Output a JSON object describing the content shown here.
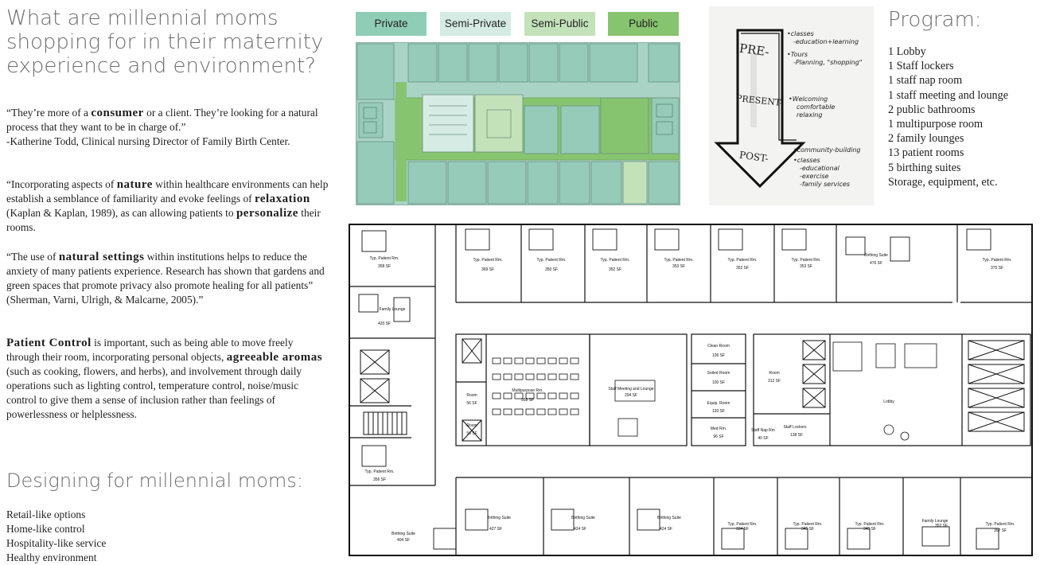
{
  "header": {
    "title": "What are millennial moms shopping for in their maternity experience and environment?"
  },
  "quotes": {
    "q1": {
      "before": "“They’re more of a ",
      "emph1": "consumer",
      "after": " or a client. They’re looking for a natural process that they want to be in charge of.”",
      "attribution": "-Katherine Todd, Clinical nursing Director of Family Birth Center."
    },
    "q2": {
      "p1": "“Incorporating aspects of ",
      "e1": "nature",
      "p2": " within healthcare environments can help establish a semblance of familiarity and evoke feelings of ",
      "e2": "relaxation",
      "p3": " (Kaplan & Kaplan, 1989), as can allowing patients to ",
      "e3": "personalize",
      "p4": " their rooms."
    },
    "q3": {
      "p1": "“The use of ",
      "e1": "natural settings",
      "p2": " within institutions helps to reduce the anxiety of many patients experience. Research has shown that gardens and green spaces that promote privacy also promote healing for all patients” (Sherman, Varni, Ulrigh, & Malcarne, 2005).”"
    },
    "q4": {
      "e1": "Patient Control",
      "p1": " is important, such as being able to move freely through their room, incorporating personal objects, ",
      "e2": "agreeable aromas",
      "p2": " (such as cooking, flowers, and herbs), and involvement through daily operations such as lighting control, temperature control, noise/music control to give them a sense of inclusion rather than feelings of powerlessness or helplessness."
    }
  },
  "design": {
    "title": "Designing for millennial moms:",
    "items": [
      "Retail-like options",
      "Home-like control",
      "Hospitality-like service",
      "Healthy environment"
    ]
  },
  "legend": [
    {
      "label": "Private",
      "color": "#8fcdb7"
    },
    {
      "label": "Semi-Private",
      "color": "#d5ebe3"
    },
    {
      "label": "Semi-Public",
      "color": "#c4e2ba"
    },
    {
      "label": "Public",
      "color": "#87c46f"
    }
  ],
  "sketch": {
    "pre": "PRE-",
    "present": "PRESENT-",
    "post": "POST-",
    "notes_pre": [
      "•classes",
      "-education+learning",
      "•Tours",
      "-Planning, \"shopping\""
    ],
    "notes_present": [
      "•Welcoming",
      "comfortable",
      "relaxing"
    ],
    "notes_post": [
      "•community-building",
      "•classes",
      "-educational",
      "-exercise",
      "-family services"
    ]
  },
  "program": {
    "title": "Program:",
    "items": [
      "1 Lobby",
      "1 Staff lockers",
      "1 staff nap room",
      "1 staff meeting and lounge",
      "2 public bathrooms",
      "1 multipurpose room",
      "2 family lounges",
      "13 patient rooms",
      "5 birthing suites",
      "Storage, equipment, etc."
    ]
  },
  "floorplan": {
    "top_rooms": [
      {
        "name": "Typ. Patient Rm.",
        "sf": "369 SF"
      },
      {
        "name": "Typ. Patient Rm.",
        "sf": "350 SF"
      },
      {
        "name": "Typ. Patient Rm.",
        "sf": "352 SF"
      },
      {
        "name": "Typ. Patient Rm.",
        "sf": "353 SF"
      },
      {
        "name": "Typ. Patient Rm.",
        "sf": "352 SF"
      },
      {
        "name": "Typ. Patient Rm.",
        "sf": "353 SF"
      },
      {
        "name": "Birthing Suite",
        "sf": "476 SF"
      },
      {
        "name": "Typ. Patient Rm.",
        "sf": "375 SF"
      }
    ],
    "bottom_rooms": [
      {
        "name": "Birthing Suite",
        "sf": "427 SF"
      },
      {
        "name": "Birthing Suite",
        "sf": "424 SF"
      },
      {
        "name": "Birthing Suite",
        "sf": "424 SF"
      },
      {
        "name": "Typ. Patient Rm.",
        "sf": "334 SF"
      },
      {
        "name": "Typ. Patient Rm.",
        "sf": "345 SF"
      },
      {
        "name": "Typ. Patient Rm.",
        "sf": "345 SF"
      },
      {
        "name": "Family Lounge",
        "sf": "352 SF"
      },
      {
        "name": "Typ. Patient Rm.",
        "sf": "357 SF"
      }
    ],
    "left_top_room": {
      "name": "Typ. Patient Rm.",
      "sf": "358 SF"
    },
    "family_lounge_left": {
      "name": "Family Lounge",
      "sf": "420 SF"
    },
    "left_mid_room": {
      "name": "Typ. Patient Rm.",
      "sf": "356 SF"
    },
    "left_bottom_suite": {
      "name": "Birthing Suite",
      "sf": "404 SF"
    },
    "multipurpose": {
      "name": "Multipurpose Rm.",
      "sf": "958 SF"
    },
    "staff_meeting": {
      "name": "Staff Meeting and Lounge",
      "sf": "294 SF"
    },
    "restroom1": {
      "name": "Room",
      "sf": "56 SF"
    },
    "restroom2": {
      "name": "Room",
      "sf": "56 SF"
    },
    "clean_room": {
      "name": "Clean Room",
      "sf": "106 SF"
    },
    "soiled_room": {
      "name": "Soiled Room",
      "sf": "100 SF"
    },
    "equip_room": {
      "name": "Equip. Room",
      "sf": "120 SF"
    },
    "med_rm": {
      "name": "Med Rm.",
      "sf": "96 SF"
    },
    "room_mid": {
      "name": "Room",
      "sf": "312 SF"
    },
    "staff_nap": {
      "name": "Staff Nap Rm",
      "sf": "40 SF"
    },
    "staff_lockers": {
      "name": "Staff Lockers",
      "sf": "138 SF"
    },
    "lobby": {
      "name": "Lobby"
    }
  }
}
